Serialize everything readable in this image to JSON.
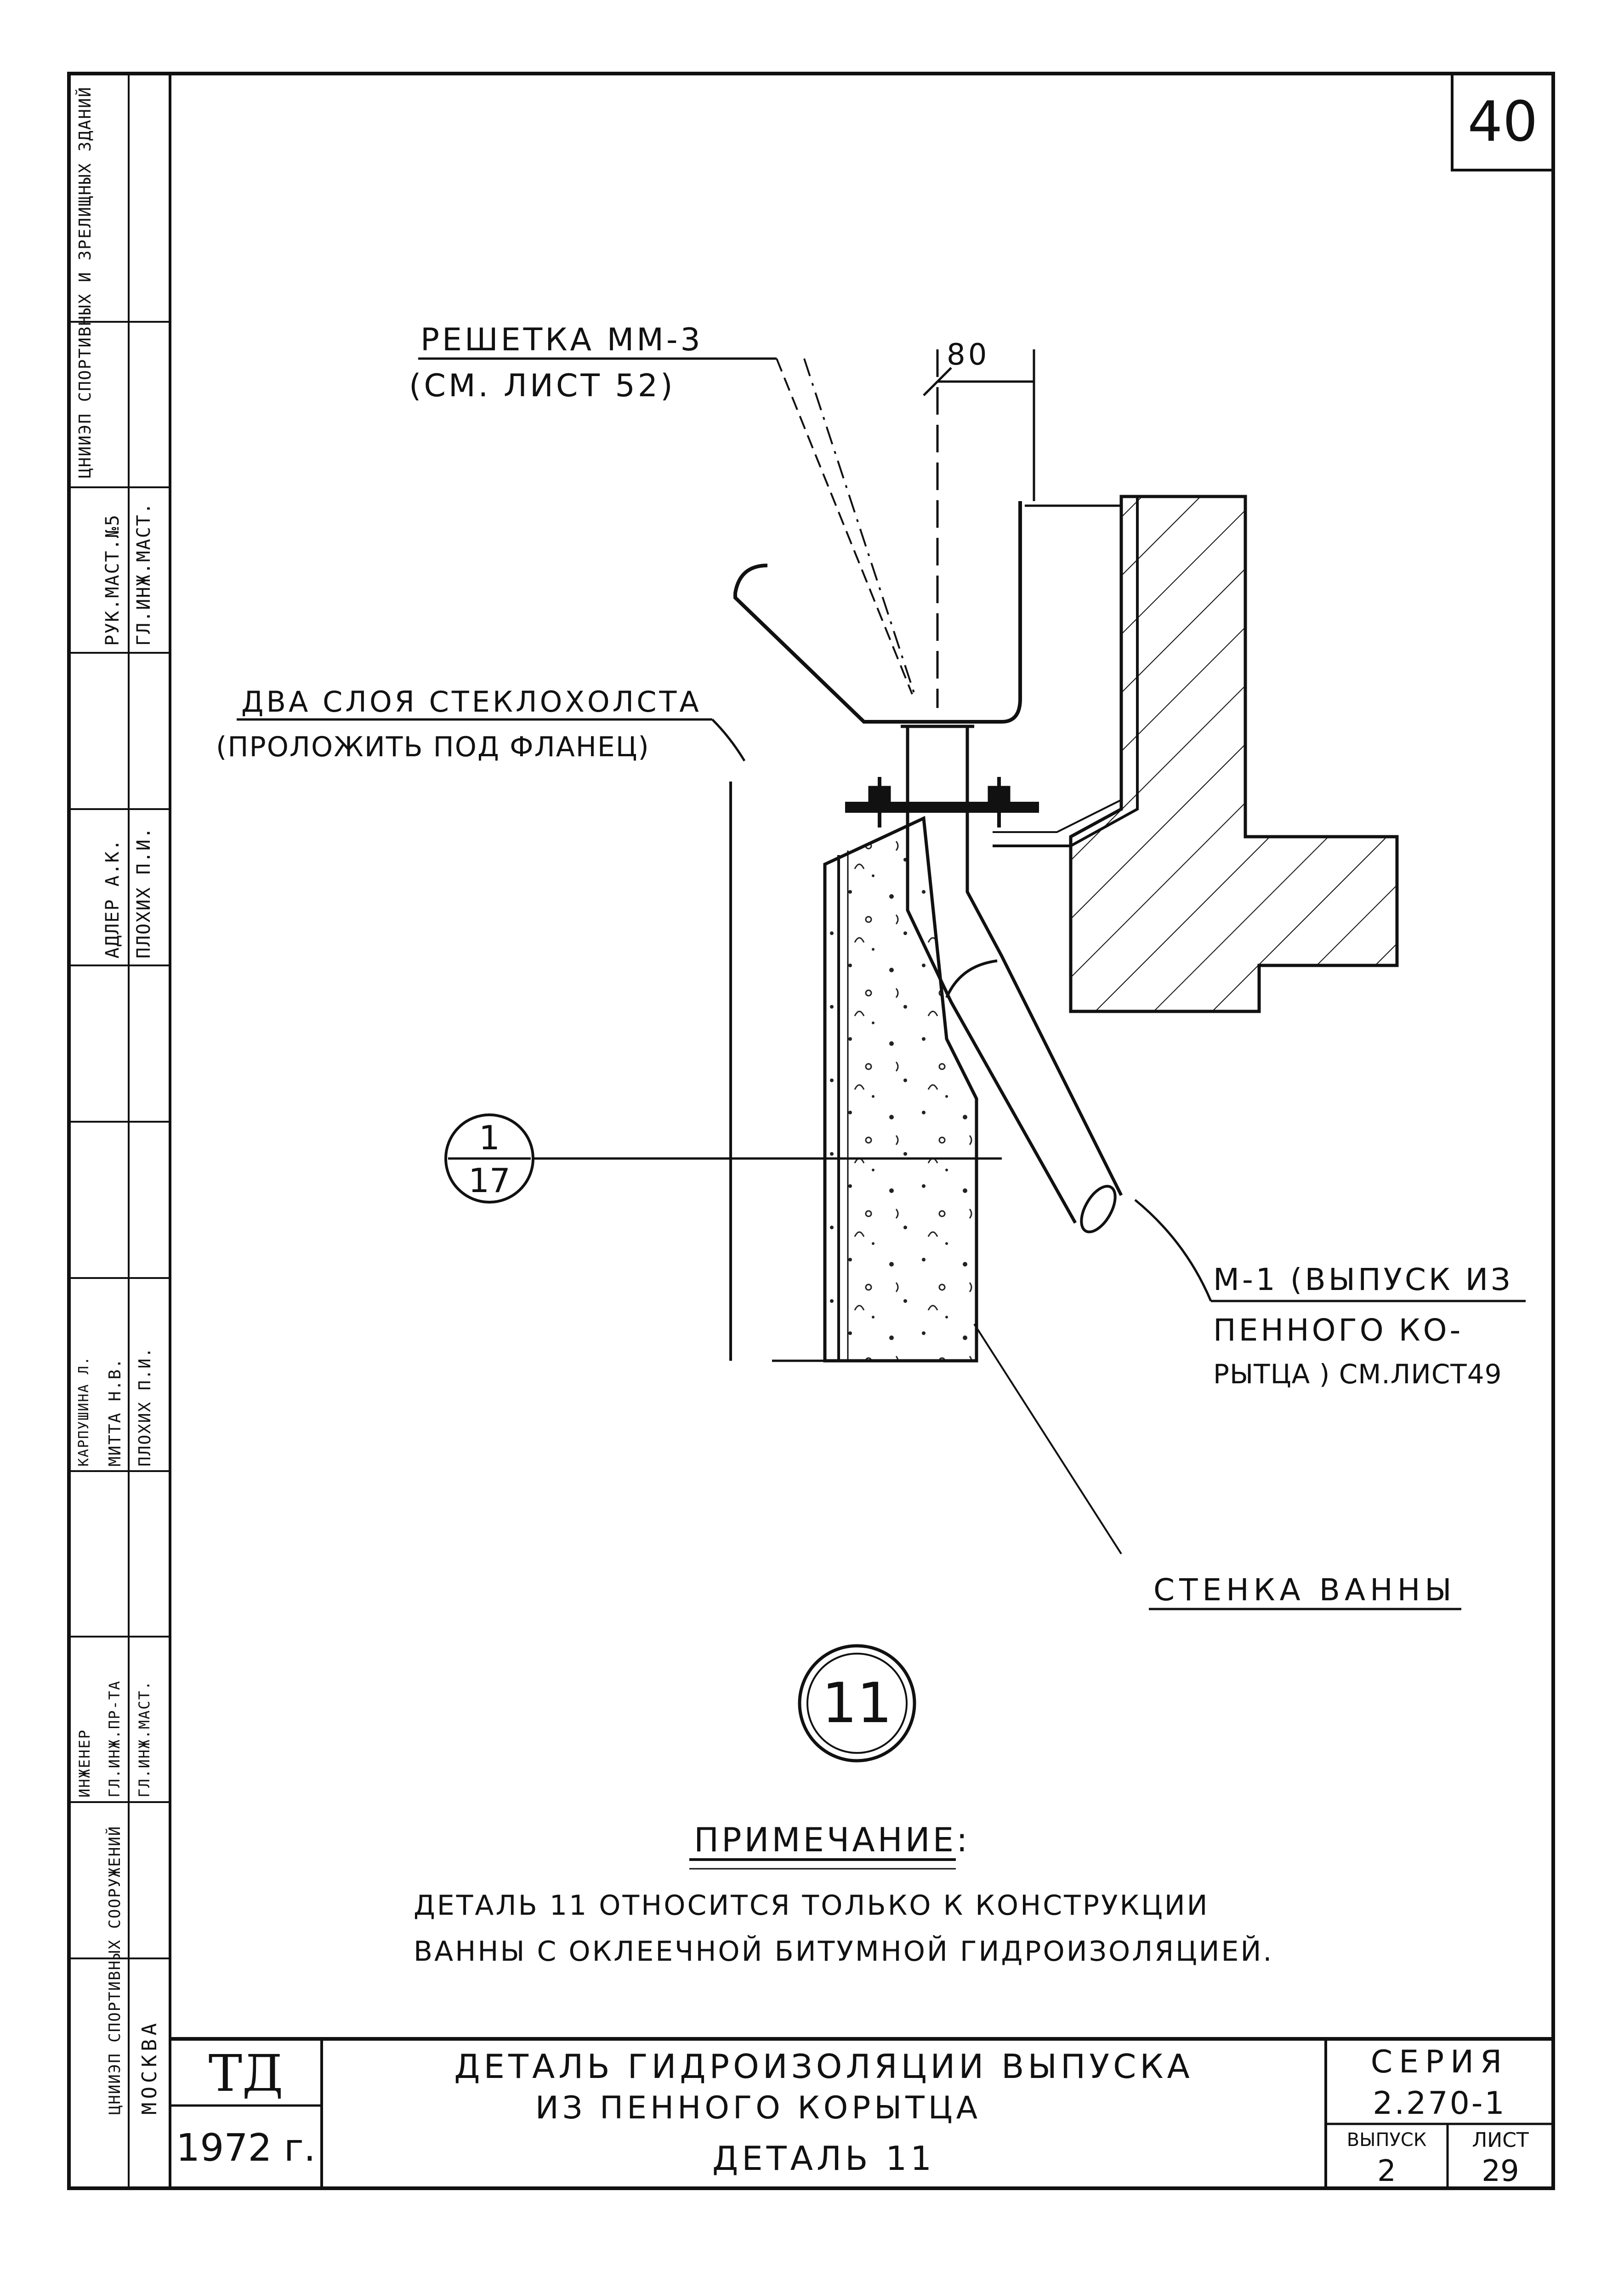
{
  "sheet_corner_number": "40",
  "labels": {
    "grate": "РЕШЕТКА ММ-3",
    "grate_ref": "(СМ. ЛИСТ 52)",
    "dimension": "80",
    "fiberglass": "ДВА СЛОЯ СТЕКЛОХОЛСТА",
    "fiberglass_note": "(ПРОЛОЖИТЬ ПОД ФЛАНЕЦ)",
    "outlet_line1": "М-1 (ВЫПУСК ИЗ",
    "outlet_line2": "ПЕННОГО КО-",
    "outlet_line3": "РЫТЦА ) СМ.ЛИСТ49",
    "wall": "СТЕНКА ВАННЫ"
  },
  "section_ref": {
    "top": "1",
    "bottom": "17"
  },
  "detail_number": "11",
  "note": {
    "title": "ПРИМЕЧАНИЕ:",
    "line1": "ДЕТАЛЬ 11 ОТНОСИТСЯ ТОЛЬКО К КОНСТРУКЦИИ",
    "line2": "ВАННЫ С ОКЛЕЕЧНОЙ БИТУМНОЙ ГИДРОИЗОЛЯЦИЕЙ."
  },
  "title_block": {
    "logo": "ТД",
    "year": "1972 г.",
    "title_line1": "ДЕТАЛЬ ГИДРОИЗОЛЯЦИИ ВЫПУСКА",
    "title_line2": "ИЗ ПЕННОГО КОРЫТЦА",
    "subtitle": "ДЕТАЛЬ 11",
    "series_label": "СЕРИЯ",
    "series_value": "2.270-1",
    "issue_label": "ВЫПУСК",
    "issue_value": "2",
    "sheet_label": "ЛИСТ",
    "sheet_value": "29"
  },
  "side_stamp": {
    "org": "ЦНИИЭП СПОРТИВНЫХ И ЗРЕЛИЩНЫХ ЗДАНИЙ",
    "org_bottom": "ЦНИИЭП СПОРТИВНЫХ СООРУЖЕНИЙ",
    "city": "МОСКВА",
    "role1": "ГЛ.ИНЖ.МАСТ.",
    "role2": "РУК.МАСТ.№5",
    "name1": "ПЛОХИХ П.И.",
    "name2": "АДЛЕР А.К.",
    "role3": "ГЛ.ИНЖ.МАСТ.",
    "role4": "ГЛ.ИНЖ.ПР-ТА",
    "role5": "ИНЖЕНЕР",
    "name3": "ПЛОХИХ П.И.",
    "name4": "МИТТА Н.В.",
    "name5": "КАРПУШИНА Л."
  }
}
